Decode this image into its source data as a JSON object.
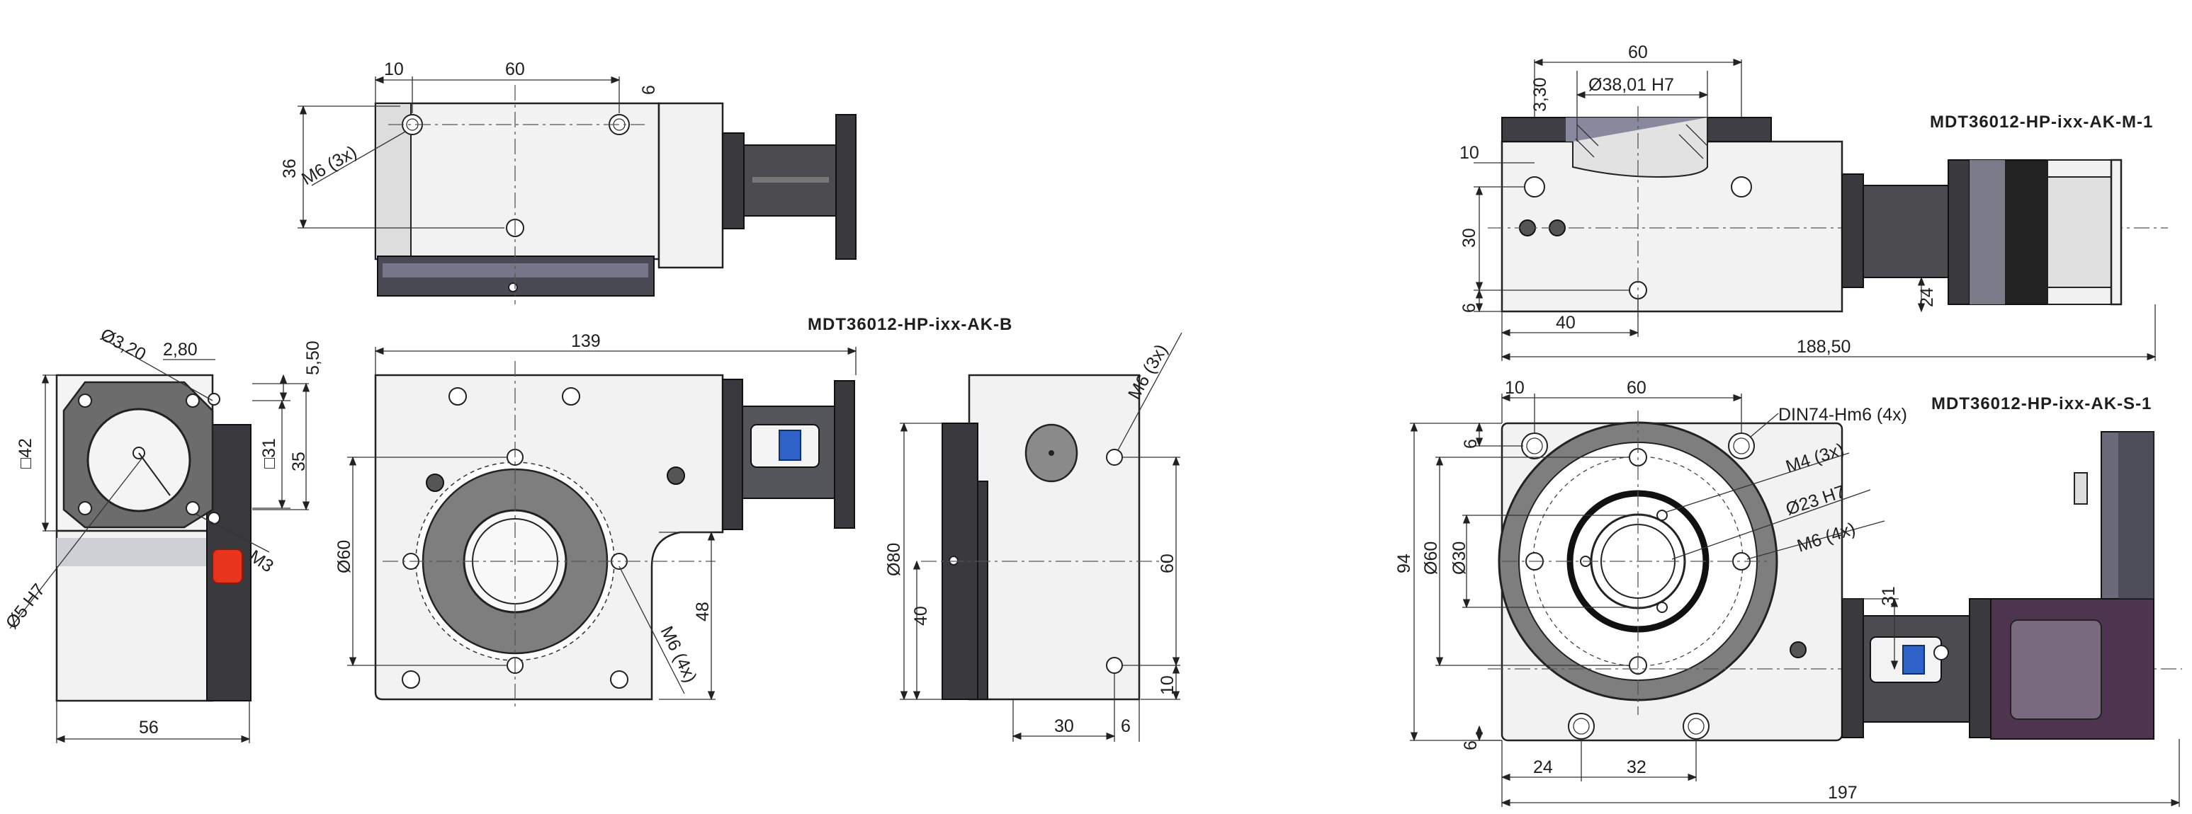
{
  "titles": {
    "view_b": "MDT36012-HP-ixx-AK-B",
    "view_m1": "MDT36012-HP-ixx-AK-M-1",
    "view_s1": "MDT36012-HP-ixx-AK-S-1"
  },
  "left_group": {
    "top_view": {
      "d10": "10",
      "d60": "60",
      "d6": "6",
      "d36": "36",
      "thread": "M6 (3x)"
    },
    "side_view": {
      "d320": "Ø3,20",
      "d280": "2,80",
      "d550": "5,50",
      "d42": "□42",
      "d31": "□31",
      "d35": "35",
      "m3": "M3",
      "d5h7": "Ø5 H7",
      "d56": "56"
    },
    "front_view": {
      "d139": "139",
      "d60": "Ø60",
      "d48": "48",
      "thread": "M6 (4x)"
    },
    "end_view": {
      "thread": "M6 (3x)",
      "d80": "Ø80",
      "d40": "40",
      "d60": "60",
      "d10": "10",
      "d30": "30",
      "d6": "6"
    }
  },
  "right_group": {
    "top_view": {
      "d60": "60",
      "d3801": "Ø38,01 H7",
      "d330": "3,30",
      "d10": "10",
      "d30": "30",
      "d6": "6",
      "d40": "40",
      "d24": "24",
      "d18850": "188,50"
    },
    "front_view": {
      "d10": "10",
      "d60": "60",
      "din": "DIN74-Hm6 (4x)",
      "m4": "M4 (3x)",
      "d23": "Ø23 H7",
      "m6": "M6 (4x)",
      "d6": "6",
      "d94": "94",
      "d60v": "Ø60",
      "d30v": "Ø30",
      "d31": "31",
      "d6b": "6",
      "d24": "24",
      "d32": "32",
      "d197": "197"
    }
  },
  "icons": [
    "servo-motor-icon",
    "rotary-table-icon",
    "coupling-icon"
  ],
  "colors": {
    "motor_purple": "#4d3550",
    "flange_dark": "#3a3a3e",
    "connector_blue": "#2f63c9",
    "plug_red": "#e8341c",
    "body_grey": "#f2f2f2"
  }
}
